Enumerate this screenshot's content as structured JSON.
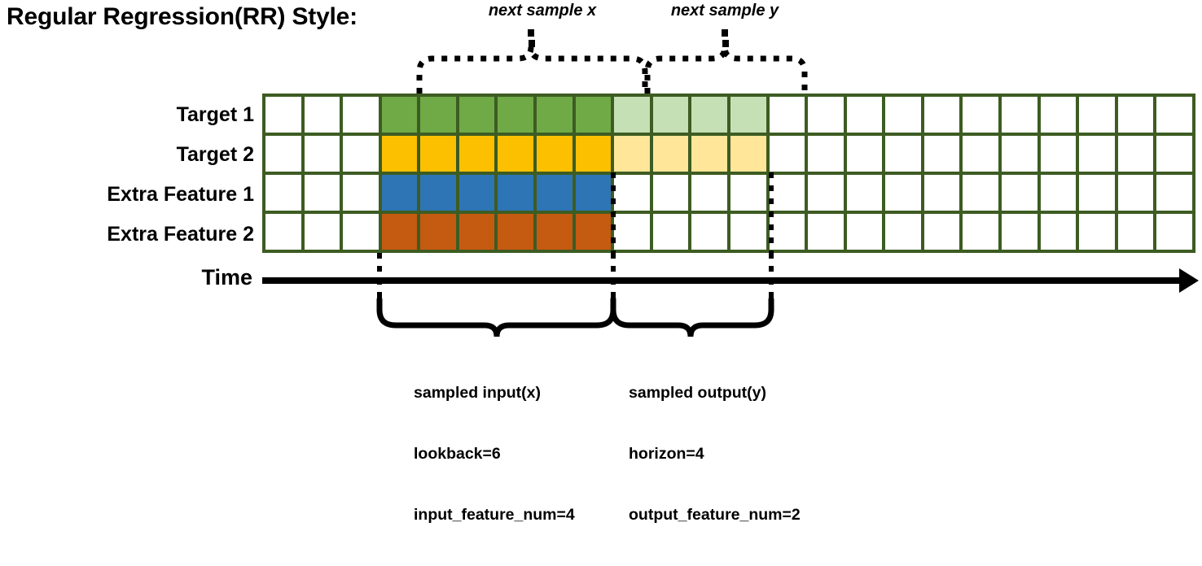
{
  "title": "Regular Regression(RR) Style:",
  "annotations": {
    "next_sample_x": "next sample x",
    "next_sample_y": "next sample y"
  },
  "axis": {
    "time_label": "Time"
  },
  "rows": [
    {
      "label": "Target 1",
      "key": "target-1"
    },
    {
      "label": "Target 2",
      "key": "target-2"
    },
    {
      "label": "Extra Feature 1",
      "key": "extra-feature-1"
    },
    {
      "label": "Extra Feature 2",
      "key": "extra-feature-2"
    }
  ],
  "grid": {
    "columns": 24,
    "leading_blank_columns": 3,
    "input_columns": 6,
    "output_columns": 4,
    "trailing_blank_columns": 11,
    "cells": [
      [
        "white",
        "white",
        "white",
        "green",
        "green",
        "green",
        "green",
        "green",
        "green",
        "green-lt",
        "green-lt",
        "green-lt",
        "green-lt",
        "white",
        "white",
        "white",
        "white",
        "white",
        "white",
        "white",
        "white",
        "white",
        "white",
        "white"
      ],
      [
        "white",
        "white",
        "white",
        "yellow",
        "yellow",
        "yellow",
        "yellow",
        "yellow",
        "yellow",
        "yellow-lt",
        "yellow-lt",
        "yellow-lt",
        "yellow-lt",
        "white",
        "white",
        "white",
        "white",
        "white",
        "white",
        "white",
        "white",
        "white",
        "white",
        "white"
      ],
      [
        "white",
        "white",
        "white",
        "blue",
        "blue",
        "blue",
        "blue",
        "blue",
        "blue",
        "white",
        "white",
        "white",
        "white",
        "white",
        "white",
        "white",
        "white",
        "white",
        "white",
        "white",
        "white",
        "white",
        "white",
        "white"
      ],
      [
        "white",
        "white",
        "white",
        "orange",
        "orange",
        "orange",
        "orange",
        "orange",
        "orange",
        "white",
        "white",
        "white",
        "white",
        "white",
        "white",
        "white",
        "white",
        "white",
        "white",
        "white",
        "white",
        "white",
        "white",
        "white"
      ]
    ]
  },
  "notes": {
    "input": {
      "line1": "sampled input(x)",
      "line2": "lookback=6",
      "line3": "input_feature_num=4"
    },
    "output": {
      "line1": "sampled output(y)",
      "line2": "horizon=4",
      "line3": "output_feature_num=2"
    }
  },
  "colors": {
    "grid_border": "#3d5c22",
    "green": "#6faa46",
    "green_light": "#c5e0b4",
    "yellow": "#fcc000",
    "yellow_light": "#ffe699",
    "blue": "#2e75b6",
    "orange": "#c55a11",
    "stroke": "#000000"
  }
}
